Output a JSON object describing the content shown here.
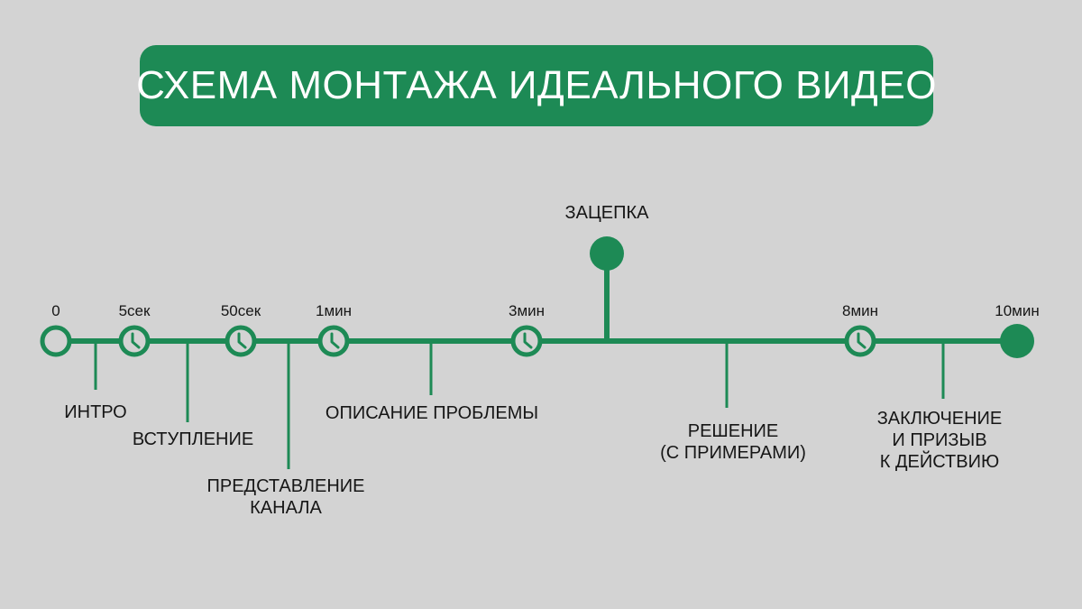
{
  "title": "СХЕМА МОНТАЖА ИДЕАЛЬНОГО ВИДЕО",
  "accent_color": "#1d8a55",
  "times": [
    "0",
    "5сек",
    "50сек",
    "1мин",
    "3мин",
    "8мин",
    "10мин"
  ],
  "hook": "ЗАЦЕПКА",
  "segments": [
    "ИНТРО",
    "ВСТУПЛЕНИЕ",
    "ПРЕДСТАВЛЕНИЕ\nКАНАЛА",
    "ОПИСАНИЕ ПРОБЛЕМЫ",
    "РЕШЕНИЕ\n(С ПРИМЕРАМИ)",
    "ЗАКЛЮЧЕНИЕ\nИ ПРИЗЫВ\nК ДЕЙСТВИЮ"
  ]
}
